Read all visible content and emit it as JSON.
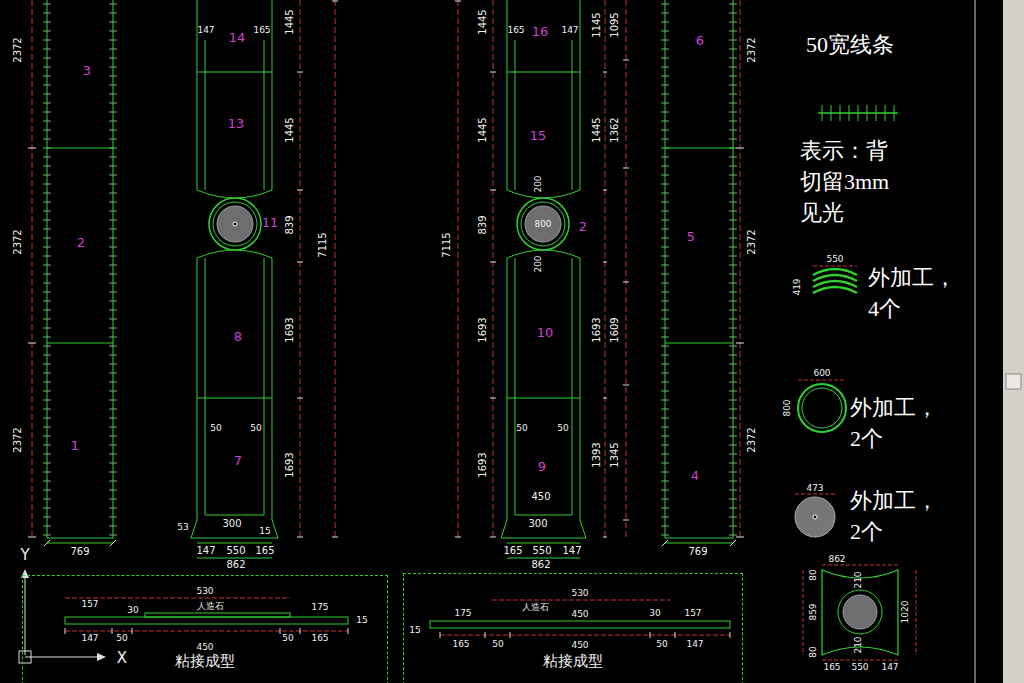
{
  "diagram": {
    "nodes": [
      {
        "text": [
          "粘接成型"
        ]
      },
      {
        "text": [
          "粘接成型"
        ]
      }
    ],
    "labels": [
      "3",
      "2",
      "1",
      "2372",
      "2372",
      "2372",
      "769",
      "14",
      "13",
      "11",
      "8",
      "7",
      "147",
      "165",
      "1445",
      "1445",
      "839",
      "1693",
      "1693",
      "7115",
      "50",
      "50",
      "300",
      "53",
      "15",
      "147",
      "550",
      "165",
      "862",
      "16",
      "15",
      "800",
      "2",
      "10",
      "9",
      "165",
      "147",
      "200",
      "200",
      "450",
      "300",
      "50",
      "50",
      "1445",
      "1445",
      "839",
      "1693",
      "1693",
      "7115",
      "1145",
      "1095",
      "1445",
      "1362",
      "1693",
      "1609",
      "1393",
      "1345",
      "165",
      "550",
      "147",
      "862",
      "6",
      "5",
      "4",
      "2372",
      "2372",
      "2372",
      "769",
      "50宽线条",
      "表示：背 切留3mm 见光",
      "550",
      "419",
      "外加工， 4个",
      "600",
      "800",
      "外加工， 2个",
      "473",
      "外加工， 2个",
      "862",
      "80",
      "210",
      "859",
      "1020",
      "210",
      "80",
      "165",
      "550",
      "147",
      "530",
      "157",
      "30",
      "人造石",
      "175",
      "147",
      "50",
      "450",
      "50",
      "165",
      "15",
      "530",
      "175",
      "人造石",
      "450",
      "30",
      "157",
      "15",
      "165",
      "50",
      "450",
      "50",
      "147",
      "Y",
      "X"
    ]
  }
}
